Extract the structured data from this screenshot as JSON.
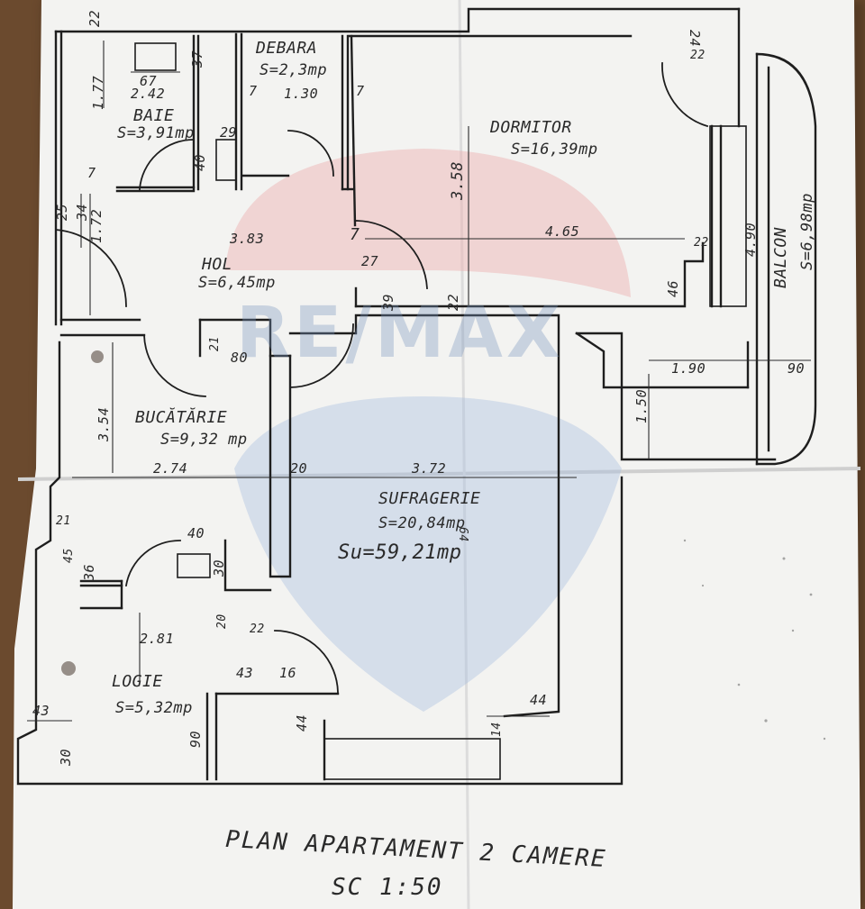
{
  "plan": {
    "title": "PLAN APARTAMENT 2 CAMERE",
    "scale": "SC 1:50",
    "total_area": "Su=59,21mp"
  },
  "watermark": {
    "text": "RE/MAX",
    "colors": {
      "balloon_top": "#e8a0a0",
      "balloon_bottom": "#9fb3d6",
      "text": "#7f9ac2"
    }
  },
  "rooms": {
    "debara": {
      "name": "DEBARA",
      "area": "S=2,3mp"
    },
    "baie": {
      "name": "BAIE",
      "area": "S=3,91mp"
    },
    "dormitor": {
      "name": "DORMITOR",
      "area": "S=16,39mp"
    },
    "hol": {
      "name": "HOL",
      "area": "S=6,45mp"
    },
    "bucatarie": {
      "name": "BUCĂTĂRIE",
      "area": "S=9,32 mp"
    },
    "sufragerie": {
      "name": "SUFRAGERIE",
      "area": "S=20,84mp"
    },
    "logie": {
      "name": "LOGIE",
      "area": "S=5,32mp"
    },
    "balcon": {
      "name": "BALCON",
      "area": "S=6,98mp"
    }
  },
  "dimensions": {
    "d_22_top": "22",
    "d_177": "1.77",
    "d_67": "67",
    "d_37": "37",
    "d_242": "2.42",
    "d_7_a": "7",
    "d_130": "1.30",
    "d_7_b": "7",
    "d_29": "29",
    "d_40_a": "40",
    "d_7_c": "7",
    "d_25": "25",
    "d_34": "34",
    "d_172": "1.72",
    "d_358": "3.58",
    "d_24": "24",
    "d_22_a": "22",
    "d_465": "4.65",
    "d_22_b": "22",
    "d_46": "46",
    "d_490": "4.90",
    "d_383": "3.83",
    "d_7_d": "7",
    "d_27": "27",
    "d_39": "39",
    "d_22_c": "22",
    "d_21_a": "21",
    "d_80": "80",
    "d_190": "1.90",
    "d_90_a": "90",
    "d_150": "1.50",
    "d_354": "3.54",
    "d_274": "2.74",
    "d_20_a": "20",
    "d_372": "3.72",
    "d_21_b": "21",
    "d_45": "45",
    "d_36": "36",
    "d_40_b": "40",
    "d_30_a": "30",
    "d_20_b": "20",
    "d_22_d": "22",
    "d_281": "2.81",
    "d_43_a": "43",
    "d_16": "16",
    "d_43_b": "43",
    "d_44_a": "44",
    "d_14": "14",
    "d_44_b": "44",
    "d_90_b": "90",
    "d_30_b": "30",
    "d_64": "64"
  }
}
